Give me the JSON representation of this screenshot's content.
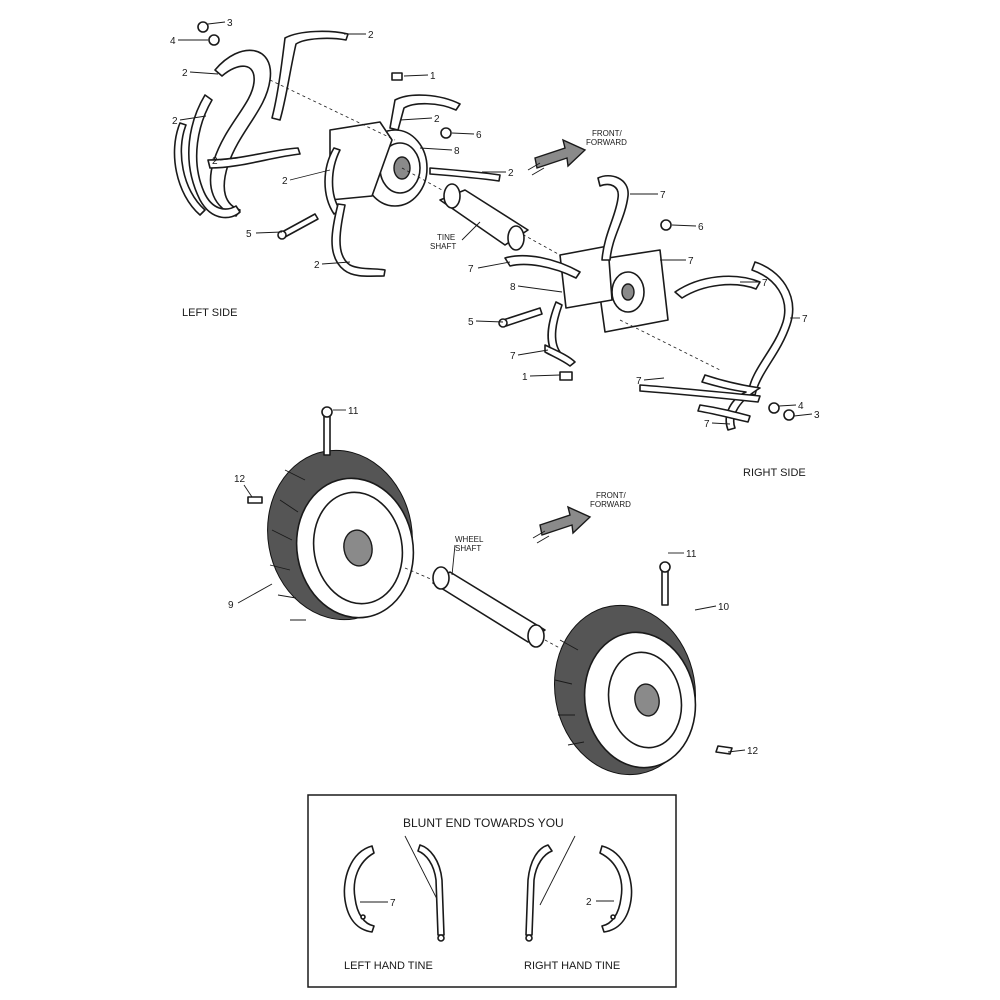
{
  "labels": {
    "left_side": "LEFT SIDE",
    "right_side": "RIGHT SIDE",
    "front_forward_1": "FRONT/\nFORWARD",
    "front_forward_2": "FRONT/\nFORWARD",
    "tine_shaft": "TINE\nSHAFT",
    "wheel_shaft": "WHEEL\nSHAFT",
    "blunt_end": "BLUNT END TOWARDS YOU",
    "left_hand_tine": "LEFT HAND TINE",
    "right_hand_tine": "RIGHT HAND TINE"
  },
  "callouts": {
    "n1": "1",
    "n2": "2",
    "n3": "3",
    "n4": "4",
    "n5": "5",
    "n6": "6",
    "n7": "7",
    "n8": "8",
    "n9": "9",
    "n10": "10",
    "n11": "11",
    "n12": "12"
  }
}
